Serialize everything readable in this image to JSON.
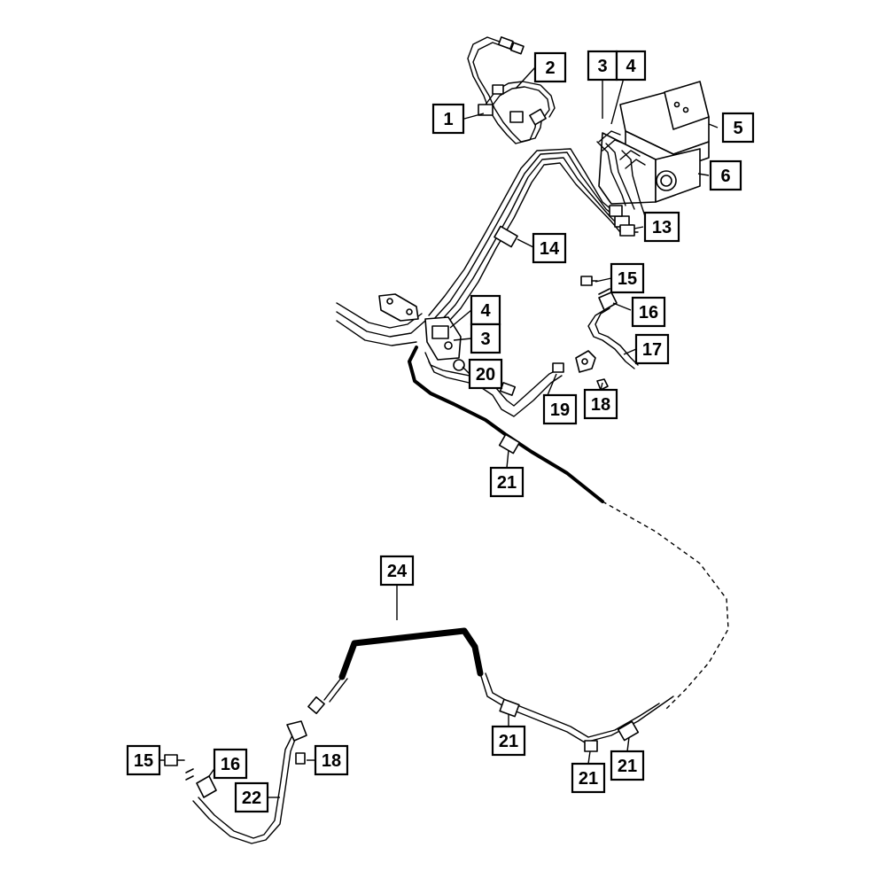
{
  "callouts": {
    "c1": "1",
    "c2": "2",
    "c3a": "3",
    "c4a": "4",
    "c5": "5",
    "c6": "6",
    "c13": "13",
    "c14": "14",
    "c15a": "15",
    "c16a": "16",
    "c4b": "4",
    "c3b": "3",
    "c17": "17",
    "c20": "20",
    "c19": "19",
    "c18a": "18",
    "c21a": "21",
    "c24": "24",
    "c21b": "21",
    "c15b": "15",
    "c16b": "16",
    "c18b": "18",
    "c22": "22",
    "c21c": "21",
    "c21d": "21"
  }
}
